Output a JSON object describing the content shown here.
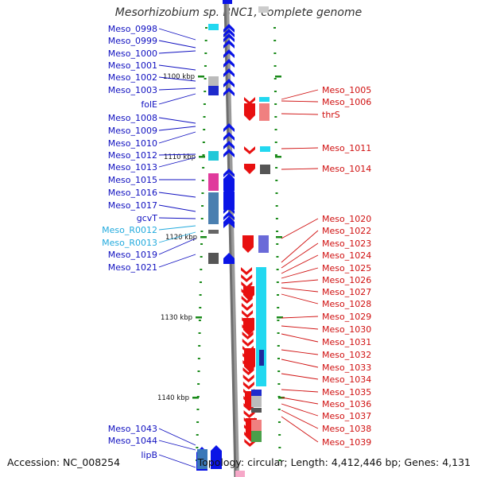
{
  "title": "Mesorhizobium sp. BNC1, complete genome",
  "accession_text": "Accession: NC_008254",
  "summary_text": "Topology: circular; Length: 4,412,446 bp; Genes: 4,131",
  "colors": {
    "forward_label": "#1010c0",
    "rna_label": "#22aadd",
    "reverse_label": "#d01010",
    "forward_arrow": "#0a14e6",
    "reverse_arrow": "#e81010",
    "ruler": "#1a8a1a"
  },
  "ruler_labels": [
    "1100 kbp",
    "1110 kbp",
    "1120 kbp",
    "1130 kbp",
    "1140 kbp"
  ],
  "left_labels": [
    {
      "text": "Meso_0998",
      "kind": "gene"
    },
    {
      "text": "Meso_0999",
      "kind": "gene"
    },
    {
      "text": "Meso_1000",
      "kind": "gene"
    },
    {
      "text": "Meso_1001",
      "kind": "gene"
    },
    {
      "text": "Meso_1002",
      "kind": "gene"
    },
    {
      "text": "Meso_1003",
      "kind": "gene"
    },
    {
      "text": "folE",
      "kind": "gene"
    },
    {
      "text": "Meso_1008",
      "kind": "gene"
    },
    {
      "text": "Meso_1009",
      "kind": "gene"
    },
    {
      "text": "Meso_1010",
      "kind": "gene"
    },
    {
      "text": "Meso_1012",
      "kind": "gene"
    },
    {
      "text": "Meso_1013",
      "kind": "gene"
    },
    {
      "text": "Meso_1015",
      "kind": "gene"
    },
    {
      "text": "Meso_1016",
      "kind": "gene"
    },
    {
      "text": "Meso_1017",
      "kind": "gene"
    },
    {
      "text": "gcvT",
      "kind": "gene"
    },
    {
      "text": "Meso_R0012",
      "kind": "rna"
    },
    {
      "text": "Meso_R0013",
      "kind": "rna"
    },
    {
      "text": "Meso_1019",
      "kind": "gene"
    },
    {
      "text": "Meso_1021",
      "kind": "gene"
    },
    {
      "text": "Meso_1043",
      "kind": "gene"
    },
    {
      "text": "Meso_1044",
      "kind": "gene"
    },
    {
      "text": "lipB",
      "kind": "gene"
    }
  ],
  "right_labels": [
    "Meso_1005",
    "Meso_1006",
    "thrS",
    "Meso_1011",
    "Meso_1014",
    "Meso_1020",
    "Meso_1022",
    "Meso_1023",
    "Meso_1024",
    "Meso_1025",
    "Meso_1026",
    "Meso_1027",
    "Meso_1028",
    "Meso_1029",
    "Meso_1030",
    "Meso_1031",
    "Meso_1032",
    "Meso_1033",
    "Meso_1034",
    "Meso_1035",
    "Meso_1036",
    "Meso_1037",
    "Meso_1038",
    "Meso_1039"
  ]
}
